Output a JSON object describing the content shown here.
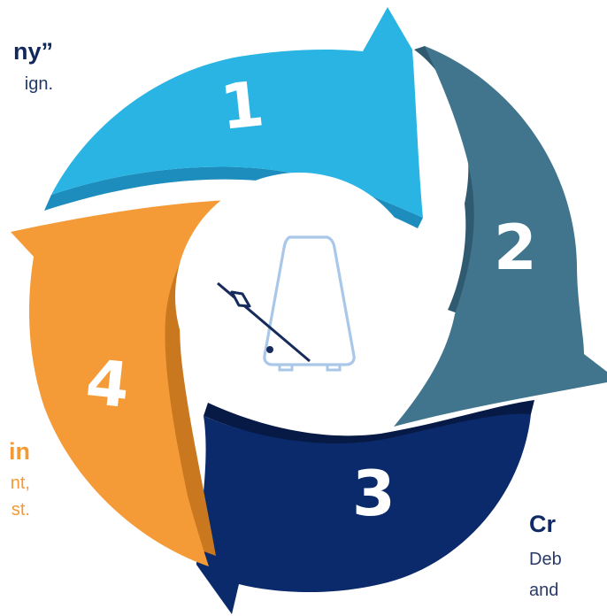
{
  "steps": [
    {
      "number": "1",
      "color": "#29b4e3",
      "shadow": "#1d8dbd",
      "title": "ny”",
      "body": "ign."
    },
    {
      "number": "2",
      "color": "#41758e",
      "shadow": "#2f5a70",
      "title": "",
      "body": ""
    },
    {
      "number": "3",
      "color": "#0b2a6b",
      "shadow": "#061a45",
      "title": "Cr",
      "body_lines": [
        "Deb",
        "and"
      ]
    },
    {
      "number": "4",
      "color": "#f49b37",
      "shadow": "#c9781f",
      "title": "in",
      "body_lines": [
        "nt,",
        "st."
      ]
    }
  ],
  "center": {
    "icon": "metronome-icon",
    "color": "#a9c7e8",
    "needle_color": "#162b5c"
  }
}
